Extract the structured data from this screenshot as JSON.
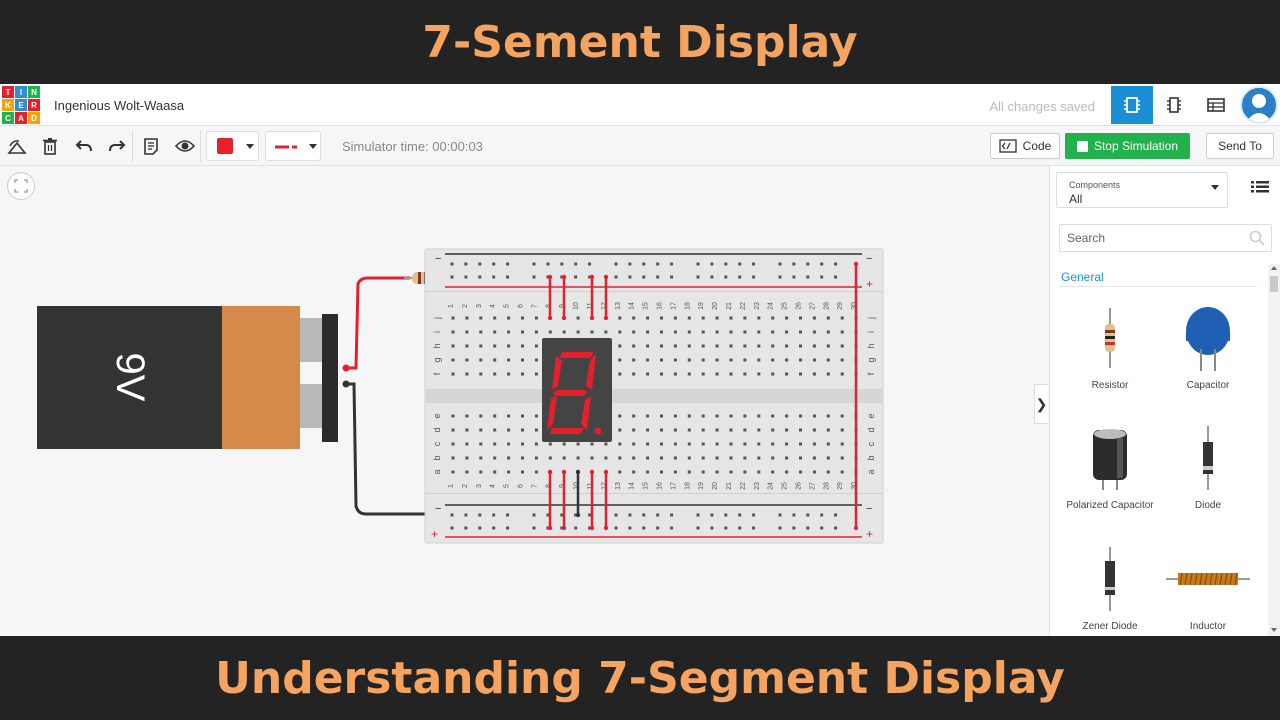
{
  "banner": {
    "top": "7-Sement Display",
    "bottom": "Understanding 7-Segment Display"
  },
  "header": {
    "logo_letters": [
      "T",
      "I",
      "N",
      "K",
      "E",
      "R",
      "C",
      "A",
      "D"
    ],
    "project_name": "Ingenious Wolt-Waasa",
    "save_status": "All changes saved"
  },
  "toolbar": {
    "simulator_time": "Simulator time: 00:00:03",
    "code_label": "Code",
    "stop_label": "Stop Simulation",
    "send_label": "Send To",
    "wire_color": "#e8202a"
  },
  "canvas": {
    "battery_label": "9V",
    "breadboard_rows_top": [
      "j",
      "i",
      "h",
      "g",
      "f"
    ],
    "breadboard_rows_bottom": [
      "e",
      "d",
      "c",
      "b",
      "a"
    ],
    "breadboard_column_count": 30,
    "segment_color": "#e3202b"
  },
  "panel": {
    "components_label": "Components",
    "components_value": "All",
    "search_placeholder": "Search",
    "section": "General",
    "items": [
      {
        "name": "Resistor"
      },
      {
        "name": "Capacitor"
      },
      {
        "name": "Polarized Capacitor"
      },
      {
        "name": "Diode"
      },
      {
        "name": "Zener Diode"
      },
      {
        "name": "Inductor"
      }
    ]
  },
  "colors": {
    "accent": "#1a8fd6",
    "stop_green": "#22b14c",
    "banner_text": "#f4a460"
  }
}
